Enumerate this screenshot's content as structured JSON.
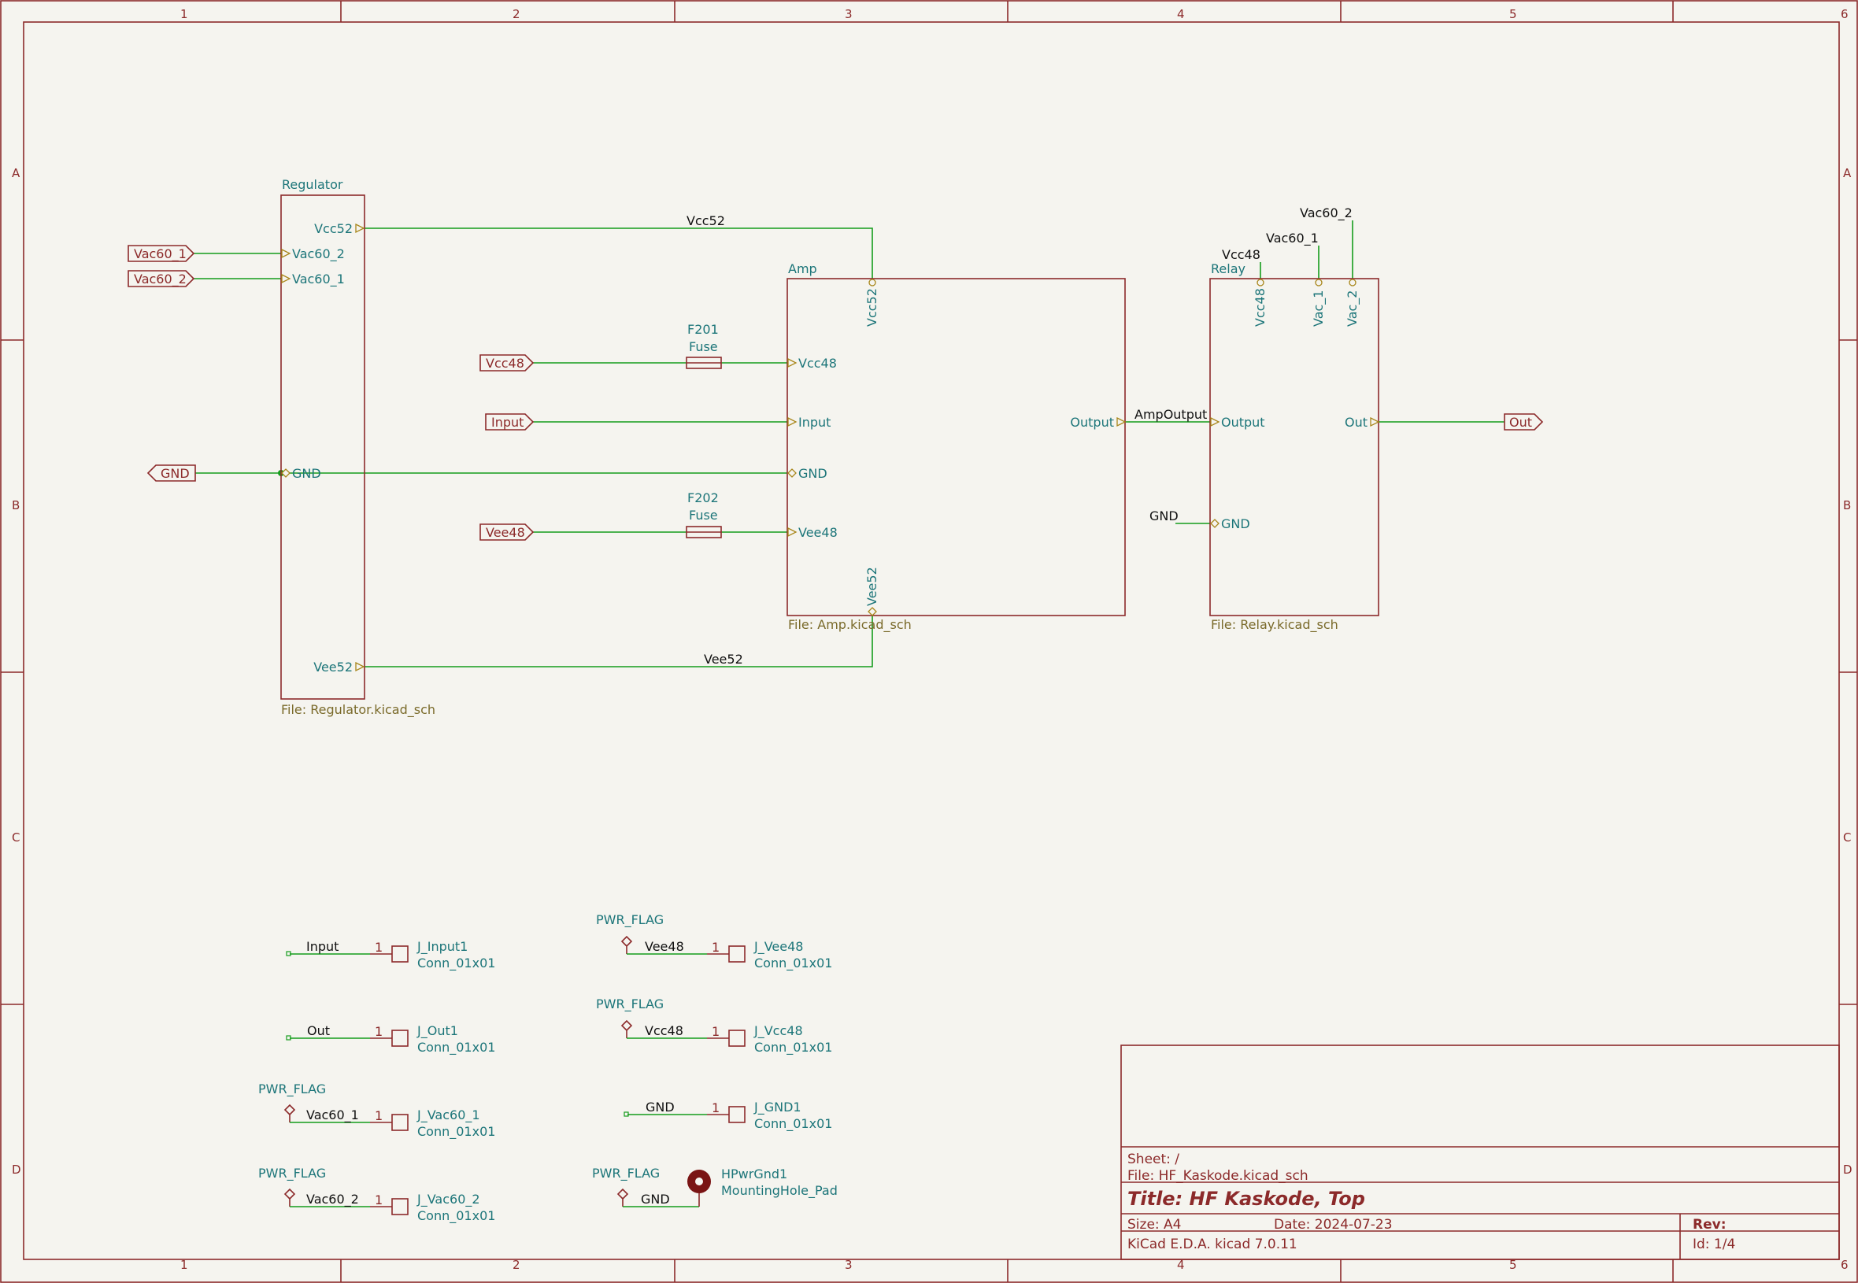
{
  "grid": {
    "columns": [
      "1",
      "2",
      "3",
      "4",
      "5",
      "6"
    ],
    "rows": [
      "A",
      "B",
      "C",
      "D"
    ]
  },
  "sheets": {
    "regulator": {
      "name": "Regulator",
      "file": "File: Regulator.kicad_sch",
      "pins": [
        "Vcc52",
        "Vac60_2",
        "Vac60_1",
        "GND",
        "Vee52"
      ]
    },
    "amp": {
      "name": "Amp",
      "file": "File: Amp.kicad_sch",
      "pins": [
        "Vcc52",
        "Vcc48",
        "Input",
        "GND",
        "Vee48",
        "Vee52",
        "Output"
      ]
    },
    "relay": {
      "name": "Relay",
      "file": "File: Relay.kicad_sch",
      "pins": [
        "Vcc48",
        "Vac_1",
        "Vac_2",
        "Output",
        "GND",
        "Out"
      ]
    }
  },
  "global_labels": [
    "Vac60_1",
    "Vac60_2",
    "GND",
    "Vcc48",
    "Input",
    "Vee48",
    "Out"
  ],
  "net_labels": [
    "Vcc52",
    "Vee52",
    "AmpOutput",
    "GND",
    "Vcc48",
    "Vac60_1",
    "Vac60_2"
  ],
  "fuses": [
    {
      "ref": "F201",
      "value": "Fuse"
    },
    {
      "ref": "F202",
      "value": "Fuse"
    }
  ],
  "connectors": [
    {
      "net": "Input",
      "pin": "1",
      "ref": "J_Input1",
      "value": "Conn_01x01"
    },
    {
      "net": "Out",
      "pin": "1",
      "ref": "J_Out1",
      "value": "Conn_01x01"
    },
    {
      "net": "Vac60_1",
      "pin": "1",
      "ref": "J_Vac60_1",
      "value": "Conn_01x01"
    },
    {
      "net": "Vac60_2",
      "pin": "1",
      "ref": "J_Vac60_2",
      "value": "Conn_01x01"
    },
    {
      "net": "Vee48",
      "pin": "1",
      "ref": "J_Vee48",
      "value": "Conn_01x01"
    },
    {
      "net": "Vcc48",
      "pin": "1",
      "ref": "J_Vcc48",
      "value": "Conn_01x01"
    },
    {
      "net": "GND",
      "pin": "1",
      "ref": "J_GND1",
      "value": "Conn_01x01"
    }
  ],
  "pwr_flag": "PWR_FLAG",
  "mounting_hole": {
    "ref": "HPwrGnd1",
    "value": "MountingHole_Pad",
    "net": "GND"
  },
  "title_block": {
    "sheet": "Sheet: /",
    "file": "File: HF_Kaskode.kicad_sch",
    "title": "Title: HF Kaskode, Top",
    "size": "Size: A4",
    "date": "Date: 2024-07-23",
    "rev": "Rev:",
    "tool": "KiCad E.D.A.  kicad 7.0.11",
    "id": "Id: 1/4"
  }
}
